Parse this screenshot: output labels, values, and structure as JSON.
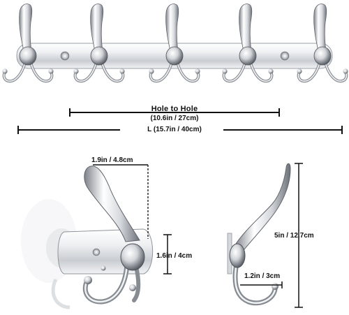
{
  "product": {
    "name": "Stainless steel coat hook rack with five triple hooks",
    "image_kind": "product dimension diagram"
  },
  "dimensions": {
    "hole_to_hole_title": "Hole to Hole",
    "hole_to_hole_value": "(10.6in / 27cm)",
    "overall_length": "L (15.7in / 40cm)",
    "hook_width": "1.9in / 4.8cm",
    "plate_height": "1.6in / 4cm",
    "hook_height": "5in / 12.7cm",
    "hook_depth": "1.2in / 3cm"
  },
  "hooks": {
    "count": 5
  },
  "colors": {
    "background": "#ffffff",
    "metal_light": "#f4f5f7",
    "metal_mid": "#b8bcc2",
    "metal_dark": "#5d6168",
    "dimension_line": "#111111"
  }
}
